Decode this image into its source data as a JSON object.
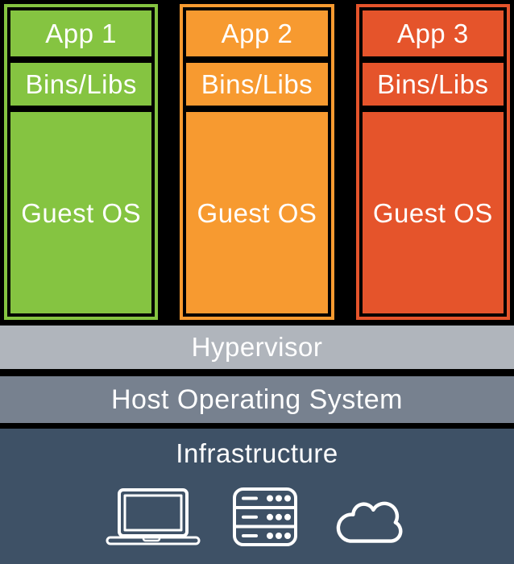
{
  "background_color": "#000000",
  "text_color": "#FFFFFF",
  "vms": [
    {
      "name": "vm-1",
      "app_label": "App 1",
      "bins_label": "Bins/Libs",
      "guest_os_label": "Guest OS",
      "color": "#85C441"
    },
    {
      "name": "vm-2",
      "app_label": "App 2",
      "bins_label": "Bins/Libs",
      "guest_os_label": "Guest OS",
      "color": "#F79A30"
    },
    {
      "name": "vm-3",
      "app_label": "App 3",
      "bins_label": "Bins/Libs",
      "guest_os_label": "Guest OS",
      "color": "#E5542B"
    }
  ],
  "layers": {
    "hypervisor": {
      "label": "Hypervisor",
      "color": "#B0B5BC"
    },
    "host_os": {
      "label": "Host Operating System",
      "color": "#77818F"
    },
    "infrastructure": {
      "label": "Infrastructure",
      "color": "#3E5166",
      "icons": [
        "laptop-icon",
        "server-icon",
        "cloud-icon"
      ]
    }
  }
}
